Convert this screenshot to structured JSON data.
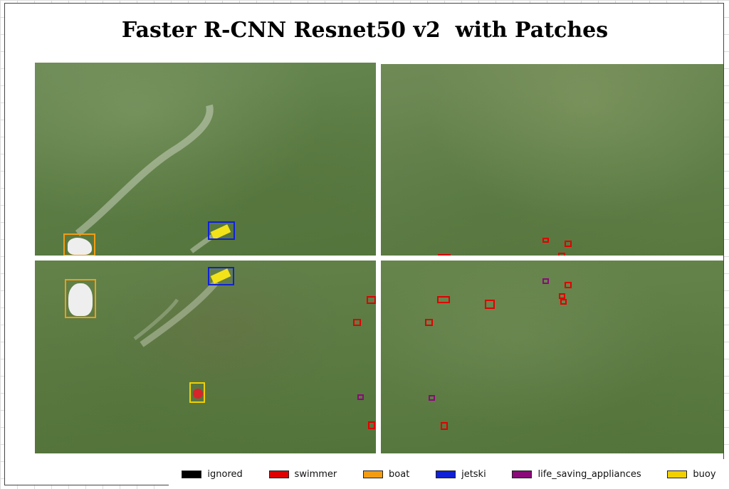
{
  "title": "Faster R-CNN Resnet50 v2  with Patches",
  "colors": {
    "ignored": "#000000",
    "swimmer": "#e00000",
    "boat": "#f39c12",
    "jetski": "#1020d8",
    "life_saving_appliances": "#8b0a7a",
    "buoy": "#f0d000"
  },
  "legend": [
    {
      "label": "ignored",
      "color": "#000000"
    },
    {
      "label": "swimmer",
      "color": "#e00000"
    },
    {
      "label": "boat",
      "color": "#f39c12"
    },
    {
      "label": "jetski",
      "color": "#1020d8"
    },
    {
      "label": "life_saving_appliances",
      "color": "#8b0a7a"
    },
    {
      "label": "buoy",
      "color": "#f0d000"
    }
  ]
}
